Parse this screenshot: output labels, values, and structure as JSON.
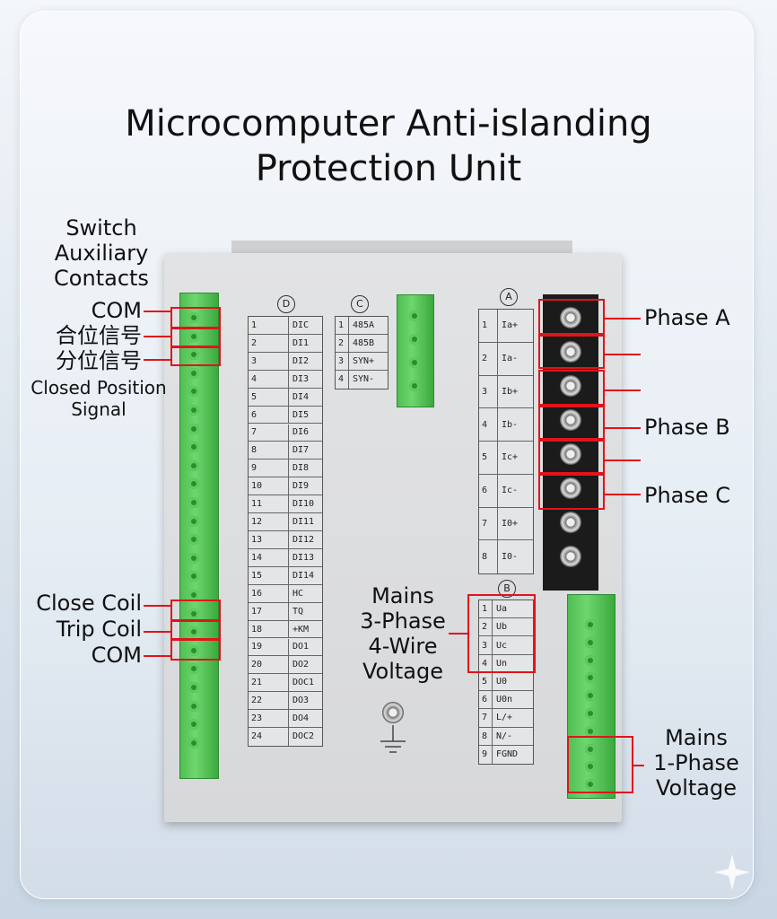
{
  "title": {
    "line1": "Microcomputer Anti-islanding",
    "line2": "Protection Unit"
  },
  "left_callouts": {
    "header_line1": "Switch",
    "header_line2": "Auxiliary",
    "header_line3": "Contacts",
    "com_top": "COM",
    "close_pos_cn": "合位信号",
    "open_pos_cn": "分位信号",
    "closed_position_line1": "Closed Position",
    "closed_position_line2": "Signal",
    "close_coil": "Close Coil",
    "trip_coil": "Trip Coil",
    "com_bottom": "COM"
  },
  "right_callouts": {
    "phase_a": "Phase A",
    "phase_b": "Phase B",
    "phase_c": "Phase C",
    "mains_1phase_line1": "Mains",
    "mains_1phase_line2": "1-Phase",
    "mains_1phase_line3": "Voltage"
  },
  "center_callout": {
    "line1": "Mains",
    "line2": "3-Phase",
    "line3": "4-Wire",
    "line4": "Voltage"
  },
  "table_d": {
    "id": "D",
    "rows": [
      {
        "n": "1",
        "label": "DIC"
      },
      {
        "n": "2",
        "label": "DI1"
      },
      {
        "n": "3",
        "label": "DI2"
      },
      {
        "n": "4",
        "label": "DI3"
      },
      {
        "n": "5",
        "label": "DI4"
      },
      {
        "n": "6",
        "label": "DI5"
      },
      {
        "n": "7",
        "label": "DI6"
      },
      {
        "n": "8",
        "label": "DI7"
      },
      {
        "n": "9",
        "label": "DI8"
      },
      {
        "n": "10",
        "label": "DI9"
      },
      {
        "n": "11",
        "label": "DI10"
      },
      {
        "n": "12",
        "label": "DI11"
      },
      {
        "n": "13",
        "label": "DI12"
      },
      {
        "n": "14",
        "label": "DI13"
      },
      {
        "n": "15",
        "label": "DI14"
      },
      {
        "n": "16",
        "label": "HC"
      },
      {
        "n": "17",
        "label": "TQ"
      },
      {
        "n": "18",
        "label": "+KM"
      },
      {
        "n": "19",
        "label": "DO1"
      },
      {
        "n": "20",
        "label": "DO2"
      },
      {
        "n": "21",
        "label": "DOC1"
      },
      {
        "n": "22",
        "label": "DO3"
      },
      {
        "n": "23",
        "label": "DO4"
      },
      {
        "n": "24",
        "label": "DOC2"
      }
    ]
  },
  "table_c": {
    "id": "C",
    "rows": [
      {
        "n": "1",
        "label": "485A"
      },
      {
        "n": "2",
        "label": "485B"
      },
      {
        "n": "3",
        "label": "SYN+"
      },
      {
        "n": "4",
        "label": "SYN-"
      }
    ]
  },
  "table_a": {
    "id": "A",
    "rows": [
      {
        "n": "1",
        "label": "Ia+"
      },
      {
        "n": "2",
        "label": "Ia-"
      },
      {
        "n": "3",
        "label": "Ib+"
      },
      {
        "n": "4",
        "label": "Ib-"
      },
      {
        "n": "5",
        "label": "Ic+"
      },
      {
        "n": "6",
        "label": "Ic-"
      },
      {
        "n": "7",
        "label": "I0+"
      },
      {
        "n": "8",
        "label": "I0-"
      }
    ]
  },
  "table_b": {
    "id": "B",
    "rows": [
      {
        "n": "1",
        "label": "Ua"
      },
      {
        "n": "2",
        "label": "Ub"
      },
      {
        "n": "3",
        "label": "Uc"
      },
      {
        "n": "4",
        "label": "Un"
      },
      {
        "n": "5",
        "label": "U0"
      },
      {
        "n": "6",
        "label": "U0n"
      },
      {
        "n": "7",
        "label": "L/+"
      },
      {
        "n": "8",
        "label": "N/-"
      },
      {
        "n": "9",
        "label": "FGND"
      }
    ]
  },
  "colors": {
    "accent_red": "#e0141b",
    "terminal_green": "#4fbf52",
    "device_grey": "#dadbdd"
  },
  "icons": [
    "ground-symbol-icon",
    "sparkle-icon",
    "screw-icon"
  ]
}
